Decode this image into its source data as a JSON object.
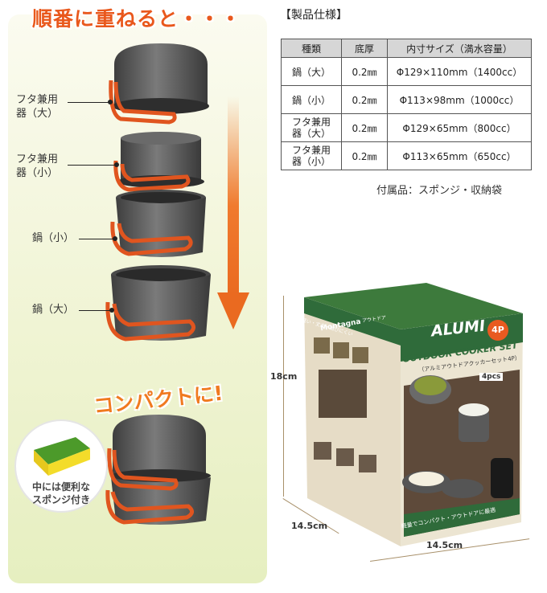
{
  "headline": "順番に重ねると・・・",
  "labels": {
    "lid_large": "フタ兼用\n器（大）",
    "lid_small": "フタ兼用\n器（小）",
    "pot_small": "鍋（小）",
    "pot_large": "鍋（大）"
  },
  "compact_title": "コンパクトに!",
  "sponge_note": "中には便利な\nスポンジ付き",
  "spec": {
    "heading": "【製品仕様】",
    "headers": [
      "種類",
      "底厚",
      "内寸サイズ（満水容量）"
    ],
    "rows": [
      {
        "type": "鍋（大）",
        "thickness": "0.2㎜",
        "size": "Φ129×110mm（1400cc）"
      },
      {
        "type": "鍋（小）",
        "thickness": "0.2㎜",
        "size": "Φ113×98mm（1000cc）"
      },
      {
        "type": "フタ兼用\n器（大）",
        "thickness": "0.2㎜",
        "size": "Φ129×65mm（800cc）"
      },
      {
        "type": "フタ兼用\n器（小）",
        "thickness": "0.2㎜",
        "size": "Φ113×65mm（650cc）"
      }
    ],
    "accessory": "付属品：スポンジ・収納袋"
  },
  "box": {
    "brand": "Montagna",
    "brand_sub": "アウトドア",
    "tagline": "軽い・丈夫・錆びにくい",
    "title_main": "ALUMI",
    "title_sub": "OUTDOOR COOKER SET",
    "title_jp": "（アルミアウトドアクッカーセット4P）",
    "badge": "4P",
    "pcs": "4pcs",
    "bottom_band": "軽量でコンパクト・アウトドアに最適"
  },
  "dimensions": {
    "height": "18cm",
    "depth": "14.5cm",
    "width": "14.5cm"
  },
  "colors": {
    "accent_orange": "#e9581c",
    "box_green": "#2f6b3a",
    "pot_gray": "#5b5b5b",
    "handle_orange": "#e0551f"
  }
}
